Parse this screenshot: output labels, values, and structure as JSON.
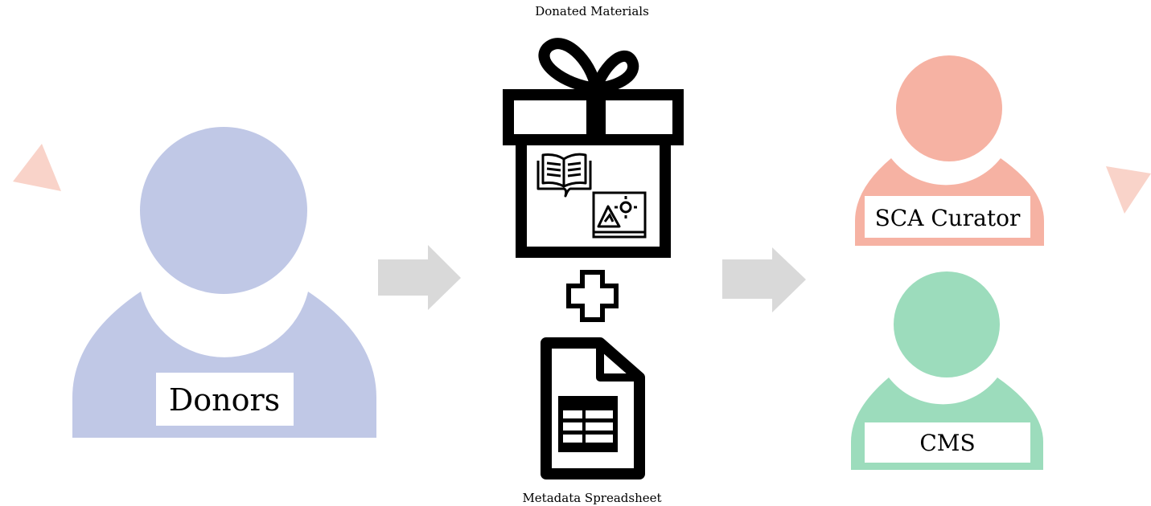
{
  "actors": {
    "donors": {
      "label": "Donors",
      "color": "#c0c8e6"
    },
    "curator": {
      "label": "SCA Curator",
      "color": "#f6b2a3"
    },
    "cms": {
      "label": "CMS",
      "color": "#9cdcbc"
    }
  },
  "items": {
    "materials_caption": "Donated Materials",
    "spreadsheet_caption": "Metadata Spreadsheet"
  },
  "colors": {
    "arrow": "#d9d9d9",
    "triangle": "#f9d3c9",
    "icon_stroke": "#000000",
    "label_box": "#ffffff"
  },
  "icons": [
    "gift-box-icon",
    "open-book-icon",
    "picture-icon",
    "plus-icon",
    "spreadsheet-document-icon"
  ]
}
